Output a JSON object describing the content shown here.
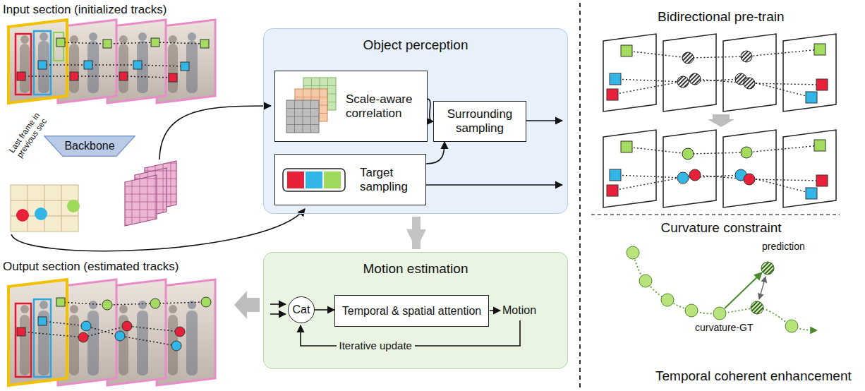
{
  "diagram": {
    "nodes": [
      {
        "text": [
          "Object perception"
        ]
      },
      {
        "text": [
          "Scale-aware correlation"
        ],
        "in": 0
      },
      {
        "text": [
          "Surrounding sampling"
        ],
        "in": 0
      },
      {
        "text": [
          "Target sampling"
        ],
        "in": 0
      },
      {
        "text": [
          "Backbone"
        ]
      },
      {
        "text": [
          "Motion estimation"
        ]
      },
      {
        "text": [
          "Cat"
        ],
        "in": 5
      },
      {
        "text": [
          "Temporal & spatial attention"
        ],
        "in": 5
      }
    ],
    "edges": [
      {
        "from": 1,
        "to": 2,
        "arrow": "to"
      },
      {
        "from": 3,
        "to": 2,
        "arrow": "to"
      },
      {
        "from": 0,
        "to": 5,
        "arrow": "to"
      },
      {
        "from": 6,
        "to": 7,
        "arrow": "to"
      }
    ],
    "labels": [
      "Input section (initialized tracks)",
      "Last frame in previous sec",
      "Output section (estimated tracks)",
      "Motion",
      "Iterative update",
      "Bidirectional pre-train",
      "Curvature constraint",
      "prediction",
      "curvature-GT",
      "Temporal coherent enhancement"
    ]
  }
}
